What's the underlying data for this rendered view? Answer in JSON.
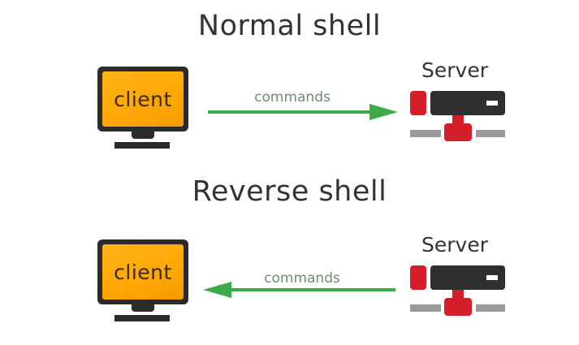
{
  "sections": [
    {
      "title": "Normal shell",
      "client_label": "client",
      "server_label": "Server",
      "arrow_label": "commands",
      "arrow_direction": "client-to-server"
    },
    {
      "title": "Reverse shell",
      "client_label": "client",
      "server_label": "Server",
      "arrow_label": "commands",
      "arrow_direction": "server-to-client"
    }
  ],
  "colors": {
    "arrow": "#3daa4a",
    "monitor_screen": "#ffa806",
    "monitor_frame": "#2b2b2b",
    "server_red": "#d41f2b",
    "server_dark": "#2f2f2f",
    "server_gray": "#9a9a9a"
  },
  "icons": {
    "client": "monitor-icon",
    "server": "server-icon"
  }
}
